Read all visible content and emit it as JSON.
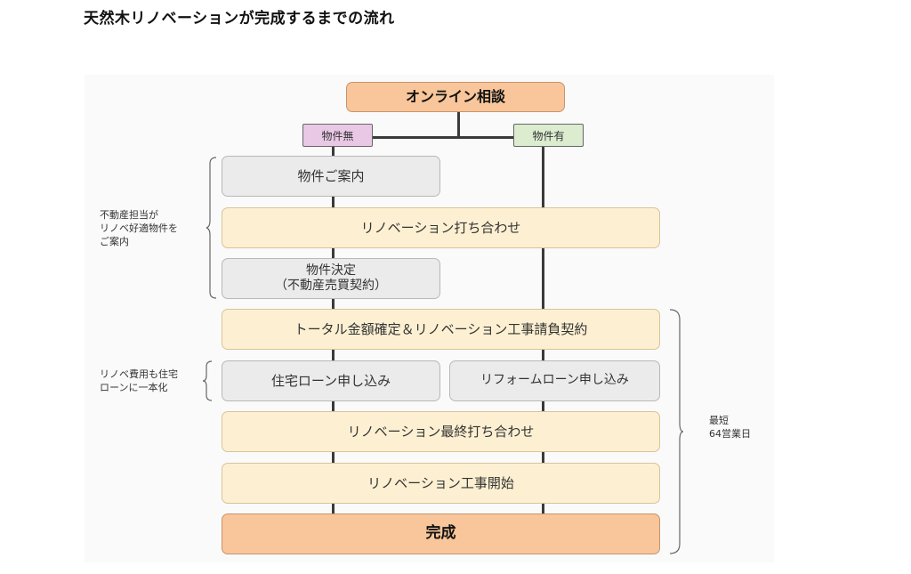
{
  "title": "天然木リノベーションが完成するまでの流れ",
  "flow": {
    "start": "オンライン相談",
    "branch_no_property": "物件無",
    "branch_has_property": "物件有",
    "property_tour": "物件ご案内",
    "renovation_meeting": "リノベーション打ち合わせ",
    "property_decision_line1": "物件決定",
    "property_decision_line2": "（不動産売買契約）",
    "total_contract": "トータル金額確定＆リノベーション工事請負契約",
    "housing_loan": "住宅ローン申し込み",
    "reform_loan": "リフォームローン申し込み",
    "final_meeting": "リノベーション最終打ち合わせ",
    "construction_start": "リノベーション工事開始",
    "complete": "完成"
  },
  "notes": {
    "agent_line1": "不動産担当が",
    "agent_line2": "リノベ好適物件を",
    "agent_line3": "ご案内",
    "loan_line1": "リノベ費用も住宅",
    "loan_line2": "ローンに一本化",
    "shortest_line1": "最短",
    "shortest_line2": "64営業日"
  },
  "colors": {
    "start_fill": "#f8c69a",
    "step_fill": "#fdf0d2",
    "neutral_fill": "#ebebeb",
    "no_property_tag": "#e9c8e6",
    "has_property_tag": "#dceccf"
  }
}
